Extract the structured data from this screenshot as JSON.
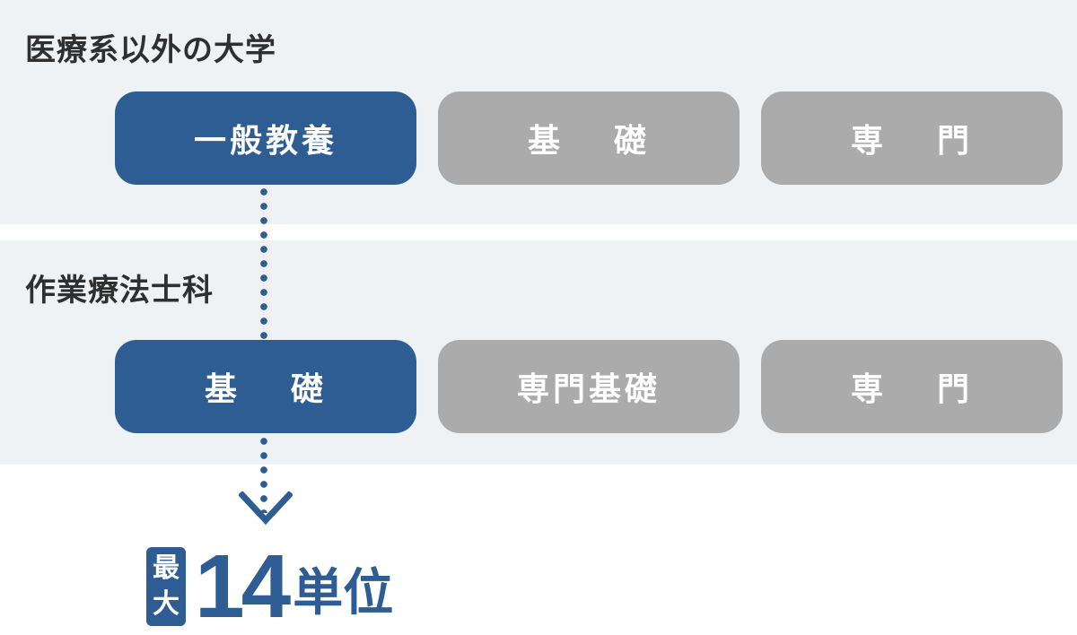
{
  "sections": [
    {
      "title": "医療系以外の大学",
      "pills": [
        {
          "label": "一般教養",
          "parts": null,
          "state": "active"
        },
        {
          "label": "基　礎",
          "parts": [
            "基",
            "礎"
          ],
          "state": "muted"
        },
        {
          "label": "専　門",
          "parts": [
            "専",
            "門"
          ],
          "state": "muted"
        }
      ]
    },
    {
      "title": "作業療法士科",
      "pills": [
        {
          "label": "基　礎",
          "parts": [
            "基",
            "礎"
          ],
          "state": "active"
        },
        {
          "label": "専門基礎",
          "parts": null,
          "state": "muted"
        },
        {
          "label": "専　門",
          "parts": [
            "専",
            "門"
          ],
          "state": "muted"
        }
      ]
    }
  ],
  "result": {
    "badge_top": "最",
    "badge_bottom": "大",
    "number": "14",
    "unit": "単位"
  },
  "colors": {
    "active": "#2d5d93",
    "muted": "#ababab",
    "band": "#eef2f5"
  }
}
